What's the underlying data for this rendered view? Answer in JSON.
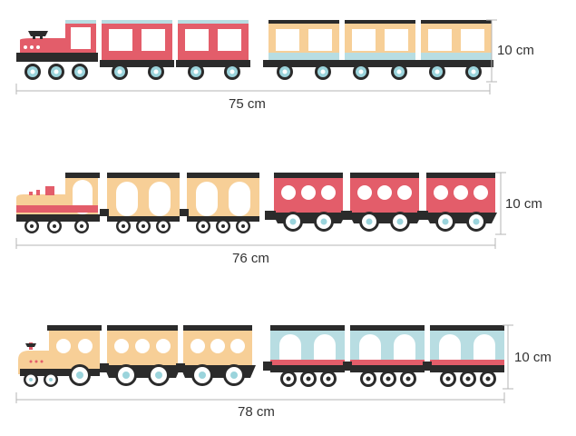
{
  "colors": {
    "red": "#e35d6a",
    "cream": "#f7cf97",
    "blue": "#b8dde2",
    "dark": "#2b2b2b",
    "window": "#ffffff",
    "wheel_rim": "#9bd4dc",
    "measure_line": "#b5b5b5",
    "text": "#333333"
  },
  "trains": [
    {
      "width_label": "75 cm",
      "height_label": "10 cm",
      "locomotive_color": "red",
      "coach_colors": [
        "red",
        "red",
        "cream",
        "cream",
        "cream"
      ],
      "window_shape": "square"
    },
    {
      "width_label": "76 cm",
      "height_label": "10 cm",
      "locomotive_color": "cream",
      "coach_colors": [
        "cream",
        "cream",
        "red",
        "red",
        "red"
      ],
      "window_shape": "oval"
    },
    {
      "width_label": "78 cm",
      "height_label": "10 cm",
      "locomotive_color": "cream",
      "coach_colors": [
        "cream",
        "cream",
        "blue",
        "blue",
        "blue"
      ],
      "window_shape": "round"
    }
  ]
}
